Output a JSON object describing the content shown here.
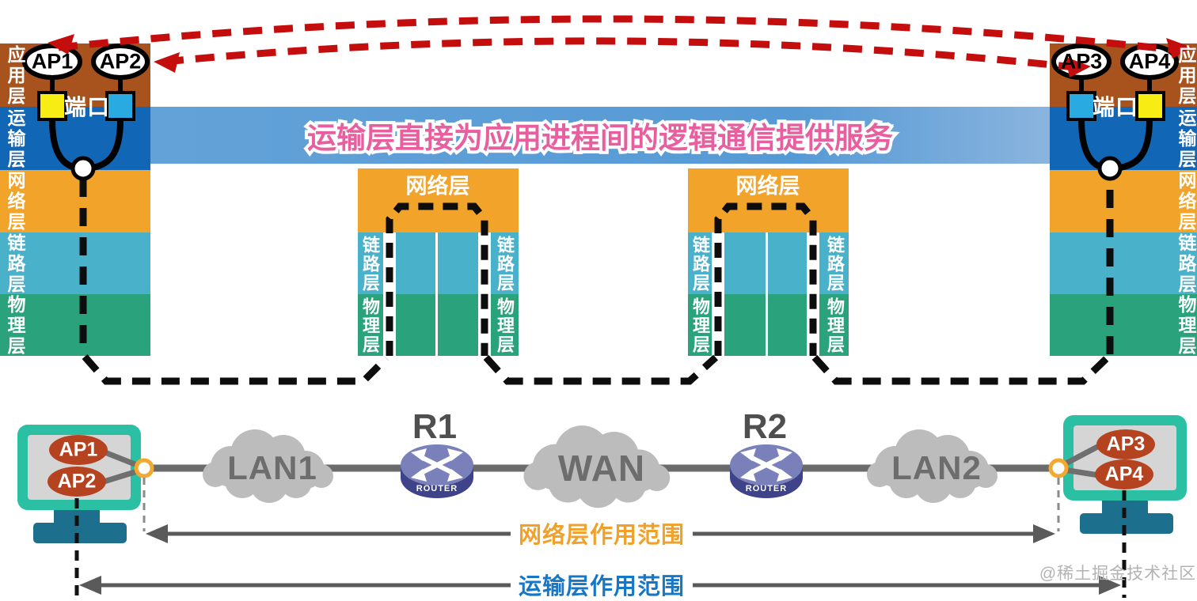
{
  "banner": {
    "text": "运输层直接为应用进程间的逻辑通信提供服务",
    "bg_color": "#5d9cd6",
    "text_color": "#e75f9e"
  },
  "layer_names": [
    "应用层",
    "运输层",
    "网络层",
    "链路层",
    "物理层"
  ],
  "layer_colors": {
    "application": "#a8531e",
    "transport": "#1166b5",
    "network": "#f1a32a",
    "link": "#4ab1ca",
    "physical": "#2aa37c"
  },
  "port_label": "端口",
  "top_processes": {
    "left": [
      "AP1",
      "AP2"
    ],
    "right": [
      "AP3",
      "AP4"
    ]
  },
  "middle_stacks": {
    "header": "网络层",
    "side_labels": [
      "链路层",
      "物理层"
    ]
  },
  "logical_arrow_color": "#c40d0d",
  "physical_view": {
    "hosts_left_processes": [
      "AP1",
      "AP2"
    ],
    "hosts_right_processes": [
      "AP3",
      "AP4"
    ],
    "networks": [
      "LAN1",
      "WAN",
      "LAN2"
    ],
    "routers": [
      {
        "name": "R1",
        "caption": "ROUTER"
      },
      {
        "name": "R2",
        "caption": "ROUTER"
      }
    ]
  },
  "ranges": {
    "network": {
      "label": "网络层作用范围",
      "color": "#f0a12c"
    },
    "transport": {
      "label": "运输层作用范围",
      "color": "#1777c5"
    }
  },
  "watermark": "@稀土掘金技术社区",
  "icons": {
    "router": "disk-with-crossed-arrows",
    "network": "cloud-shape",
    "host": "monitor-with-stand",
    "port": "colored-square",
    "socket": "white-circle"
  }
}
